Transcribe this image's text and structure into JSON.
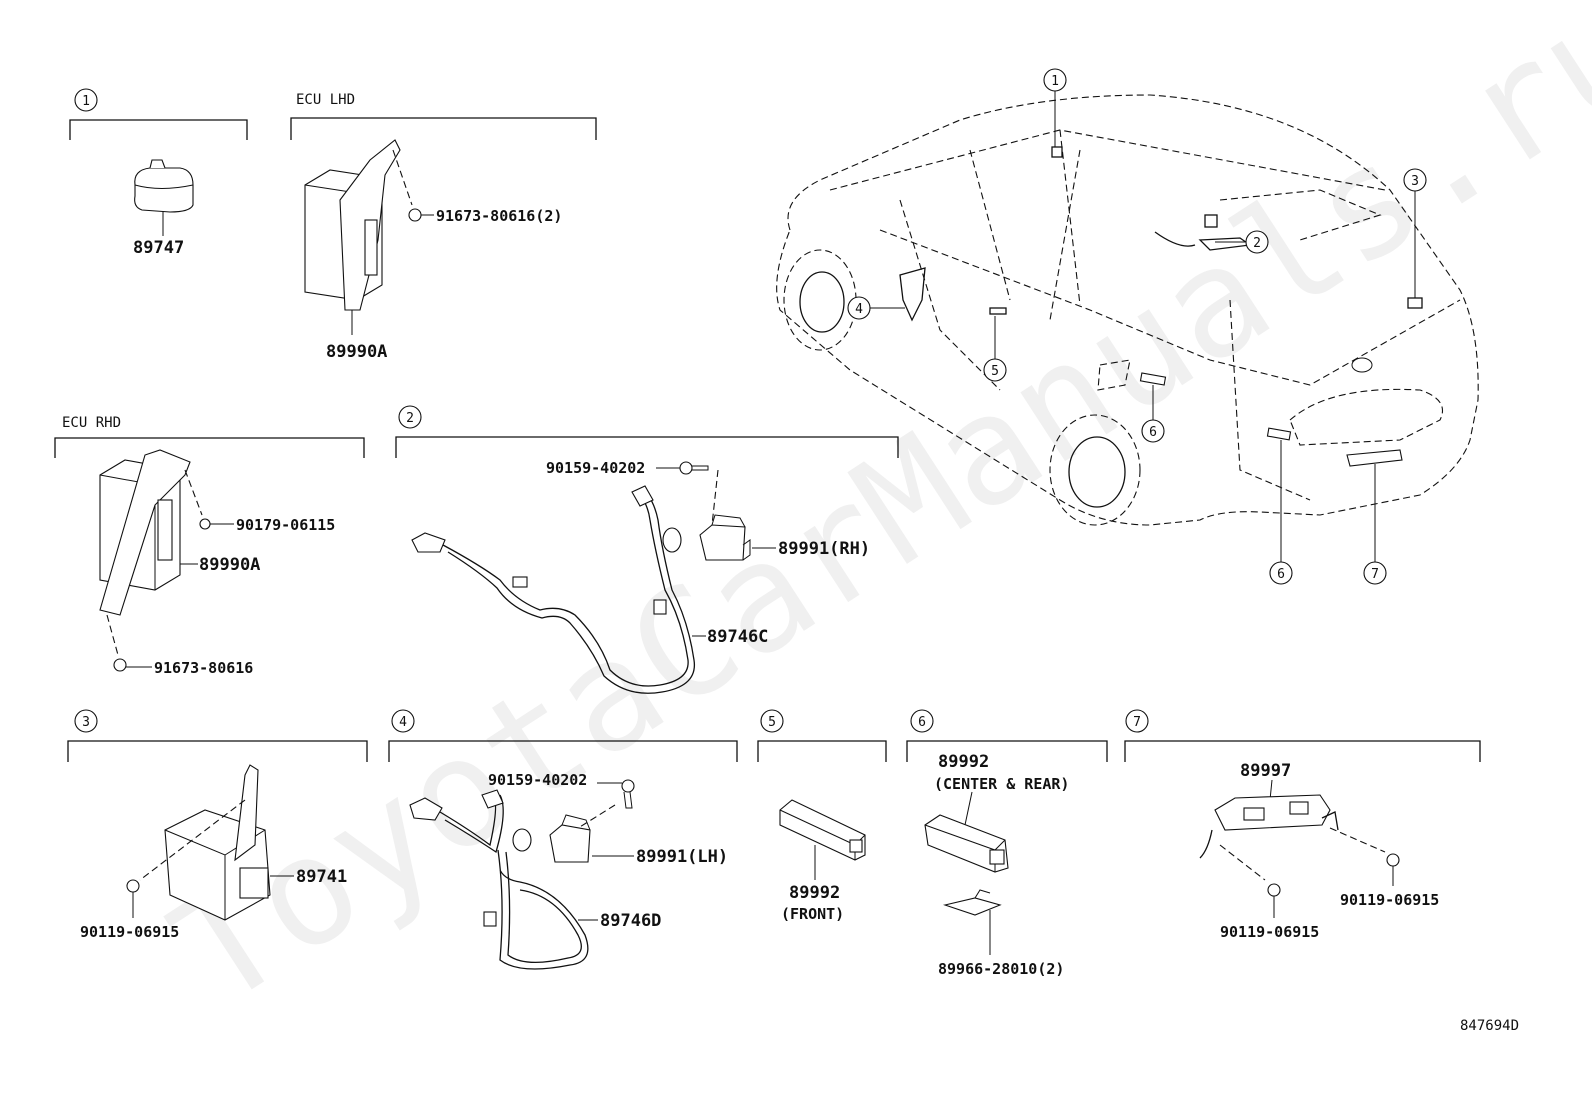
{
  "watermark": "ToyotaCarManuals.ru",
  "diagram_id": "847694D",
  "car_callouts": [
    "1",
    "2",
    "3",
    "4",
    "5",
    "6",
    "6",
    "7"
  ],
  "groups": [
    {
      "callout": "1",
      "header": "",
      "parts": [
        "89747"
      ]
    },
    {
      "callout": "",
      "header": "ECU LHD",
      "parts": [
        "91673-80616(2)",
        "89990A"
      ]
    },
    {
      "callout": "",
      "header": "ECU RHD",
      "parts": [
        "90179-06115",
        "89990A",
        "91673-80616"
      ]
    },
    {
      "callout": "2",
      "header": "",
      "parts": [
        "90159-40202",
        "89991(RH)",
        "89746C"
      ]
    },
    {
      "callout": "3",
      "header": "",
      "parts": [
        "89741",
        "90119-06915"
      ]
    },
    {
      "callout": "4",
      "header": "",
      "parts": [
        "90159-40202",
        "89991(LH)",
        "89746D"
      ]
    },
    {
      "callout": "5",
      "header": "",
      "parts": [
        "89992",
        "(FRONT)"
      ]
    },
    {
      "callout": "6",
      "header": "",
      "parts": [
        "89992",
        "(CENTER & REAR)",
        "89966-28010(2)"
      ]
    },
    {
      "callout": "7",
      "header": "",
      "parts": [
        "89997",
        "90119-06915",
        "90119-06915"
      ]
    }
  ]
}
